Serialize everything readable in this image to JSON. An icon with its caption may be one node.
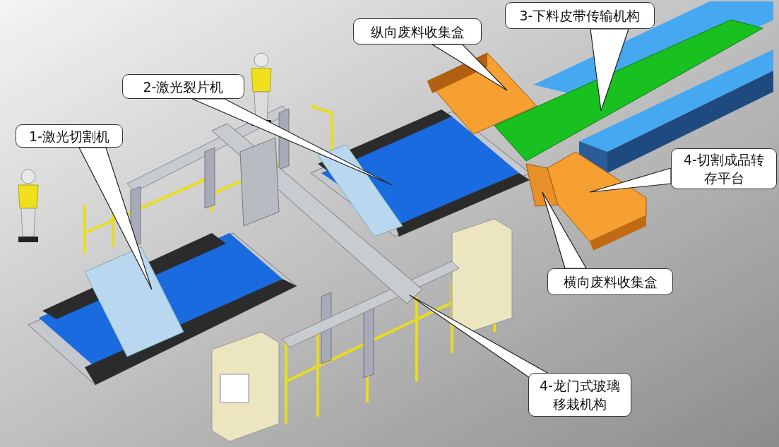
{
  "diagram": {
    "nodes": [
      {
        "text": [
          "1-激光切割机"
        ]
      },
      {
        "text": [
          "2-激光裂片机"
        ]
      },
      {
        "text": [
          "纵向废料收集盒"
        ]
      },
      {
        "text": [
          "3-下料皮带传输机构"
        ]
      },
      {
        "text": [
          "4-切割成品转存平台"
        ]
      },
      {
        "text": [
          "横向废料收集盒"
        ]
      },
      {
        "text": [
          "4-龙门式玻璃移栽机构"
        ]
      },
      {
        "text": [],
        "shape": "picture"
      },
      {
        "text": [],
        "shape": "picture"
      },
      {
        "text": [],
        "shape": "picture"
      },
      {
        "text": [],
        "shape": "picture"
      },
      {
        "text": [],
        "shape": "picture"
      },
      {
        "text": [],
        "shape": "picture"
      },
      {
        "text": [],
        "shape": "picture"
      }
    ],
    "edges": [
      {
        "from": 0,
        "to": 7,
        "arrow": "none"
      },
      {
        "from": 1,
        "to": 8,
        "arrow": "none"
      },
      {
        "from": 2,
        "to": 9,
        "arrow": "none"
      },
      {
        "from": 3,
        "to": 10,
        "arrow": "none"
      },
      {
        "from": 4,
        "to": 11,
        "arrow": "none"
      },
      {
        "from": 5,
        "to": 12,
        "arrow": "none"
      },
      {
        "from": 6,
        "to": 13,
        "arrow": "none"
      }
    ]
  }
}
